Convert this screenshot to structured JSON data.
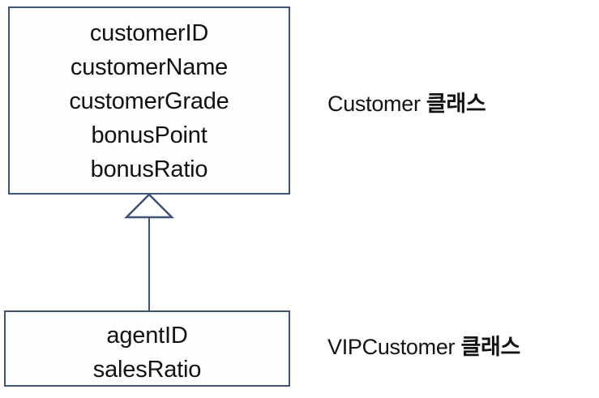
{
  "diagram": {
    "type": "uml-class-diagram",
    "background_color": "#ffffff",
    "border_color": "#3d5476",
    "text_color": "#111111",
    "superclass": {
      "name": "Customer",
      "attributes": [
        "customerID",
        "customerName",
        "customerGrade",
        "bonusPoint",
        "bonusRatio"
      ],
      "label_latin": "Customer",
      "label_hangul": "클래스"
    },
    "subclass": {
      "name": "VIPCustomer",
      "attributes": [
        "agentID",
        "salesRatio"
      ],
      "label_latin": "VIPCustomer",
      "label_hangul": "클래스"
    },
    "relationship": {
      "kind": "generalization",
      "arrow": "hollow-triangle",
      "from": "VIPCustomer",
      "to": "Customer"
    }
  }
}
